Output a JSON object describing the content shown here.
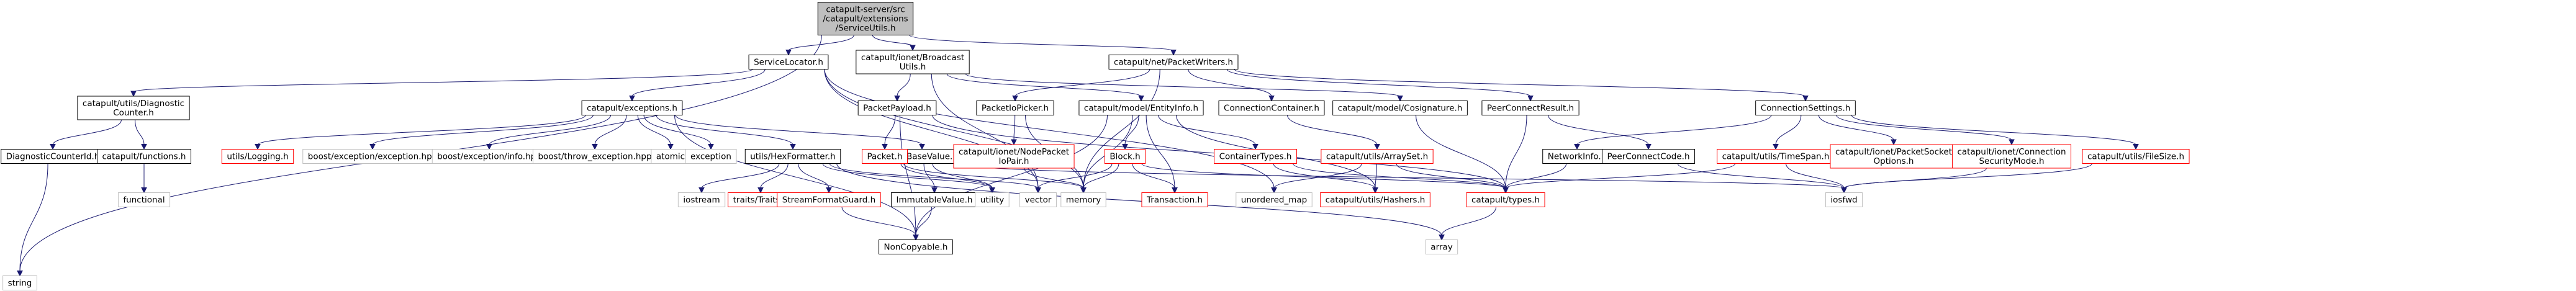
{
  "colors": {
    "edge": "#191970",
    "root_fill": "#bfbfbf",
    "default_border": "#000000",
    "red_border": "#ff0000",
    "grey_border": "#bfbfbf",
    "grey_text": "#7f7f7f",
    "text": "#000000"
  },
  "nodes": [
    {
      "id": "root",
      "lines": [
        "catapult-server/src",
        "/catapult/extensions",
        "/ServiceUtils.h"
      ],
      "style": "root"
    },
    {
      "id": "servicelocator",
      "lines": [
        "ServiceLocator.h"
      ],
      "style": "normal"
    },
    {
      "id": "broadcast",
      "lines": [
        "catapult/ionet/Broadcast",
        "Utils.h"
      ],
      "style": "normal"
    },
    {
      "id": "packetwriters",
      "lines": [
        "catapult/net/PacketWriters.h"
      ],
      "style": "normal"
    },
    {
      "id": "string",
      "lines": [
        "string"
      ],
      "style": "grey"
    },
    {
      "id": "diagcounter",
      "lines": [
        "catapult/utils/Diagnostic",
        "Counter.h"
      ],
      "style": "normal"
    },
    {
      "id": "exceptions",
      "lines": [
        "catapult/exceptions.h"
      ],
      "style": "normal"
    },
    {
      "id": "packetpayload",
      "lines": [
        "PacketPayload.h"
      ],
      "style": "normal"
    },
    {
      "id": "packetiopicker",
      "lines": [
        "PacketIoPicker.h"
      ],
      "style": "normal"
    },
    {
      "id": "entityinfo",
      "lines": [
        "catapult/model/EntityInfo.h"
      ],
      "style": "normal"
    },
    {
      "id": "connectioncontainer",
      "lines": [
        "ConnectionContainer.h"
      ],
      "style": "normal"
    },
    {
      "id": "cosignature",
      "lines": [
        "catapult/model/Cosignature.h"
      ],
      "style": "normal"
    },
    {
      "id": "peerconnectresult",
      "lines": [
        "PeerConnectResult.h"
      ],
      "style": "normal"
    },
    {
      "id": "connectionsettings",
      "lines": [
        "ConnectionSettings.h"
      ],
      "style": "normal"
    },
    {
      "id": "diagcounterid",
      "lines": [
        "DiagnosticCounterId.h"
      ],
      "style": "normal"
    },
    {
      "id": "functions",
      "lines": [
        "catapult/functions.h"
      ],
      "style": "normal"
    },
    {
      "id": "logging",
      "lines": [
        "utils/Logging.h"
      ],
      "style": "red"
    },
    {
      "id": "boostexc",
      "lines": [
        "boost/exception/exception.hpp"
      ],
      "style": "grey"
    },
    {
      "id": "boostinfo",
      "lines": [
        "boost/exception/info.hpp"
      ],
      "style": "grey"
    },
    {
      "id": "boostthrow",
      "lines": [
        "boost/throw_exception.hpp"
      ],
      "style": "grey"
    },
    {
      "id": "atomic",
      "lines": [
        "atomic"
      ],
      "style": "grey"
    },
    {
      "id": "exception",
      "lines": [
        "exception"
      ],
      "style": "grey"
    },
    {
      "id": "hexformatter",
      "lines": [
        "utils/HexFormatter.h"
      ],
      "style": "normal"
    },
    {
      "id": "basevalue",
      "lines": [
        "utils/BaseValue.h"
      ],
      "style": "normal"
    },
    {
      "id": "packet",
      "lines": [
        "Packet.h"
      ],
      "style": "red"
    },
    {
      "id": "nodepacketiopair",
      "lines": [
        "catapult/ionet/NodePacket",
        "IoPair.h"
      ],
      "style": "red"
    },
    {
      "id": "block",
      "lines": [
        "Block.h"
      ],
      "style": "red"
    },
    {
      "id": "containertypes",
      "lines": [
        "ContainerTypes.h"
      ],
      "style": "red"
    },
    {
      "id": "arrayset",
      "lines": [
        "catapult/utils/ArraySet.h"
      ],
      "style": "red"
    },
    {
      "id": "networkinfo",
      "lines": [
        "NetworkInfo.h"
      ],
      "style": "normal"
    },
    {
      "id": "timespan",
      "lines": [
        "catapult/utils/TimeSpan.h"
      ],
      "style": "red"
    },
    {
      "id": "peerconnectcode",
      "lines": [
        "PeerConnectCode.h"
      ],
      "style": "normal"
    },
    {
      "id": "packetsocketoptions",
      "lines": [
        "catapult/ionet/PacketSocket",
        "Options.h"
      ],
      "style": "red"
    },
    {
      "id": "connsecuritymode",
      "lines": [
        "catapult/ionet/Connection",
        "SecurityMode.h"
      ],
      "style": "red"
    },
    {
      "id": "filesize",
      "lines": [
        "catapult/utils/FileSize.h"
      ],
      "style": "red"
    },
    {
      "id": "functional",
      "lines": [
        "functional"
      ],
      "style": "grey"
    },
    {
      "id": "iostream",
      "lines": [
        "iostream"
      ],
      "style": "grey"
    },
    {
      "id": "traits",
      "lines": [
        "traits/Traits.h"
      ],
      "style": "red"
    },
    {
      "id": "streamformatguard",
      "lines": [
        "StreamFormatGuard.h"
      ],
      "style": "red"
    },
    {
      "id": "immutablevalue",
      "lines": [
        "ImmutableValue.h"
      ],
      "style": "normal"
    },
    {
      "id": "utility",
      "lines": [
        "utility"
      ],
      "style": "grey"
    },
    {
      "id": "vector",
      "lines": [
        "vector"
      ],
      "style": "grey"
    },
    {
      "id": "memory",
      "lines": [
        "memory"
      ],
      "style": "grey"
    },
    {
      "id": "transaction",
      "lines": [
        "Transaction.h"
      ],
      "style": "red"
    },
    {
      "id": "unorderedmap",
      "lines": [
        "unordered_map"
      ],
      "style": "grey"
    },
    {
      "id": "hashers",
      "lines": [
        "catapult/utils/Hashers.h"
      ],
      "style": "red"
    },
    {
      "id": "types",
      "lines": [
        "catapult/types.h"
      ],
      "style": "red"
    },
    {
      "id": "iosfwd",
      "lines": [
        "iosfwd"
      ],
      "style": "grey"
    },
    {
      "id": "noncopyable",
      "lines": [
        "NonCopyable.h"
      ],
      "style": "normal"
    },
    {
      "id": "array",
      "lines": [
        "array"
      ],
      "style": "grey"
    }
  ],
  "edges": [
    [
      "root",
      "servicelocator"
    ],
    [
      "root",
      "broadcast"
    ],
    [
      "root",
      "packetwriters"
    ],
    [
      "root",
      "string"
    ],
    [
      "servicelocator",
      "diagcounter"
    ],
    [
      "servicelocator",
      "exceptions"
    ],
    [
      "servicelocator",
      "vector"
    ],
    [
      "servicelocator",
      "memory"
    ],
    [
      "servicelocator",
      "unorderedmap"
    ],
    [
      "broadcast",
      "packetpayload"
    ],
    [
      "broadcast",
      "entityinfo"
    ],
    [
      "broadcast",
      "cosignature"
    ],
    [
      "broadcast",
      "vector"
    ],
    [
      "packetwriters",
      "packetiopicker"
    ],
    [
      "packetwriters",
      "connectioncontainer"
    ],
    [
      "packetwriters",
      "peerconnectresult"
    ],
    [
      "packetwriters",
      "connectionsettings"
    ],
    [
      "packetwriters",
      "memory"
    ],
    [
      "diagcounter",
      "diagcounterid"
    ],
    [
      "diagcounter",
      "functions"
    ],
    [
      "diagcounterid",
      "string"
    ],
    [
      "functions",
      "functional"
    ],
    [
      "exceptions",
      "logging"
    ],
    [
      "exceptions",
      "boostexc"
    ],
    [
      "exceptions",
      "boostinfo"
    ],
    [
      "exceptions",
      "boostthrow"
    ],
    [
      "exceptions",
      "atomic"
    ],
    [
      "exceptions",
      "exception"
    ],
    [
      "exceptions",
      "hexformatter"
    ],
    [
      "exceptions",
      "basevalue"
    ],
    [
      "exceptions",
      "noncopyable"
    ],
    [
      "hexformatter",
      "iostream"
    ],
    [
      "hexformatter",
      "traits"
    ],
    [
      "hexformatter",
      "streamformatguard"
    ],
    [
      "hexformatter",
      "utility"
    ],
    [
      "hexformatter",
      "array"
    ],
    [
      "hexformatter",
      "vector"
    ],
    [
      "streamformatguard",
      "noncopyable"
    ],
    [
      "basevalue",
      "immutablevalue"
    ],
    [
      "basevalue",
      "utility"
    ],
    [
      "basevalue",
      "iosfwd"
    ],
    [
      "immutablevalue",
      "noncopyable"
    ],
    [
      "packetpayload",
      "packet"
    ],
    [
      "packetpayload",
      "noncopyable"
    ],
    [
      "packetpayload",
      "types"
    ],
    [
      "packet",
      "memory"
    ],
    [
      "packet",
      "utility"
    ],
    [
      "packetiopicker",
      "nodepacketiopair"
    ],
    [
      "packetiopicker",
      "memory"
    ],
    [
      "nodepacketiopair",
      "memory"
    ],
    [
      "entityinfo",
      "block"
    ],
    [
      "entityinfo",
      "containertypes"
    ],
    [
      "entityinfo",
      "hashers"
    ],
    [
      "entityinfo",
      "transaction"
    ],
    [
      "entityinfo",
      "noncopyable"
    ],
    [
      "entityinfo",
      "memory"
    ],
    [
      "block",
      "transaction"
    ],
    [
      "block",
      "types"
    ],
    [
      "block",
      "memory"
    ],
    [
      "block",
      "vector"
    ],
    [
      "containertypes",
      "hashers"
    ],
    [
      "containertypes",
      "types"
    ],
    [
      "connectioncontainer",
      "arrayset"
    ],
    [
      "arrayset",
      "hashers"
    ],
    [
      "arrayset",
      "types"
    ],
    [
      "arrayset",
      "unorderedmap"
    ],
    [
      "cosignature",
      "types"
    ],
    [
      "peerconnectresult",
      "peerconnectcode"
    ],
    [
      "peerconnectresult",
      "types"
    ],
    [
      "peerconnectcode",
      "iosfwd"
    ],
    [
      "connectionsettings",
      "networkinfo"
    ],
    [
      "connectionsettings",
      "timespan"
    ],
    [
      "connectionsettings",
      "packetsocketoptions"
    ],
    [
      "connectionsettings",
      "connsecuritymode"
    ],
    [
      "connectionsettings",
      "filesize"
    ],
    [
      "networkinfo",
      "types"
    ],
    [
      "timespan",
      "types"
    ],
    [
      "timespan",
      "iosfwd"
    ],
    [
      "connsecuritymode",
      "iosfwd"
    ],
    [
      "filesize",
      "iosfwd"
    ],
    [
      "types",
      "array"
    ]
  ]
}
